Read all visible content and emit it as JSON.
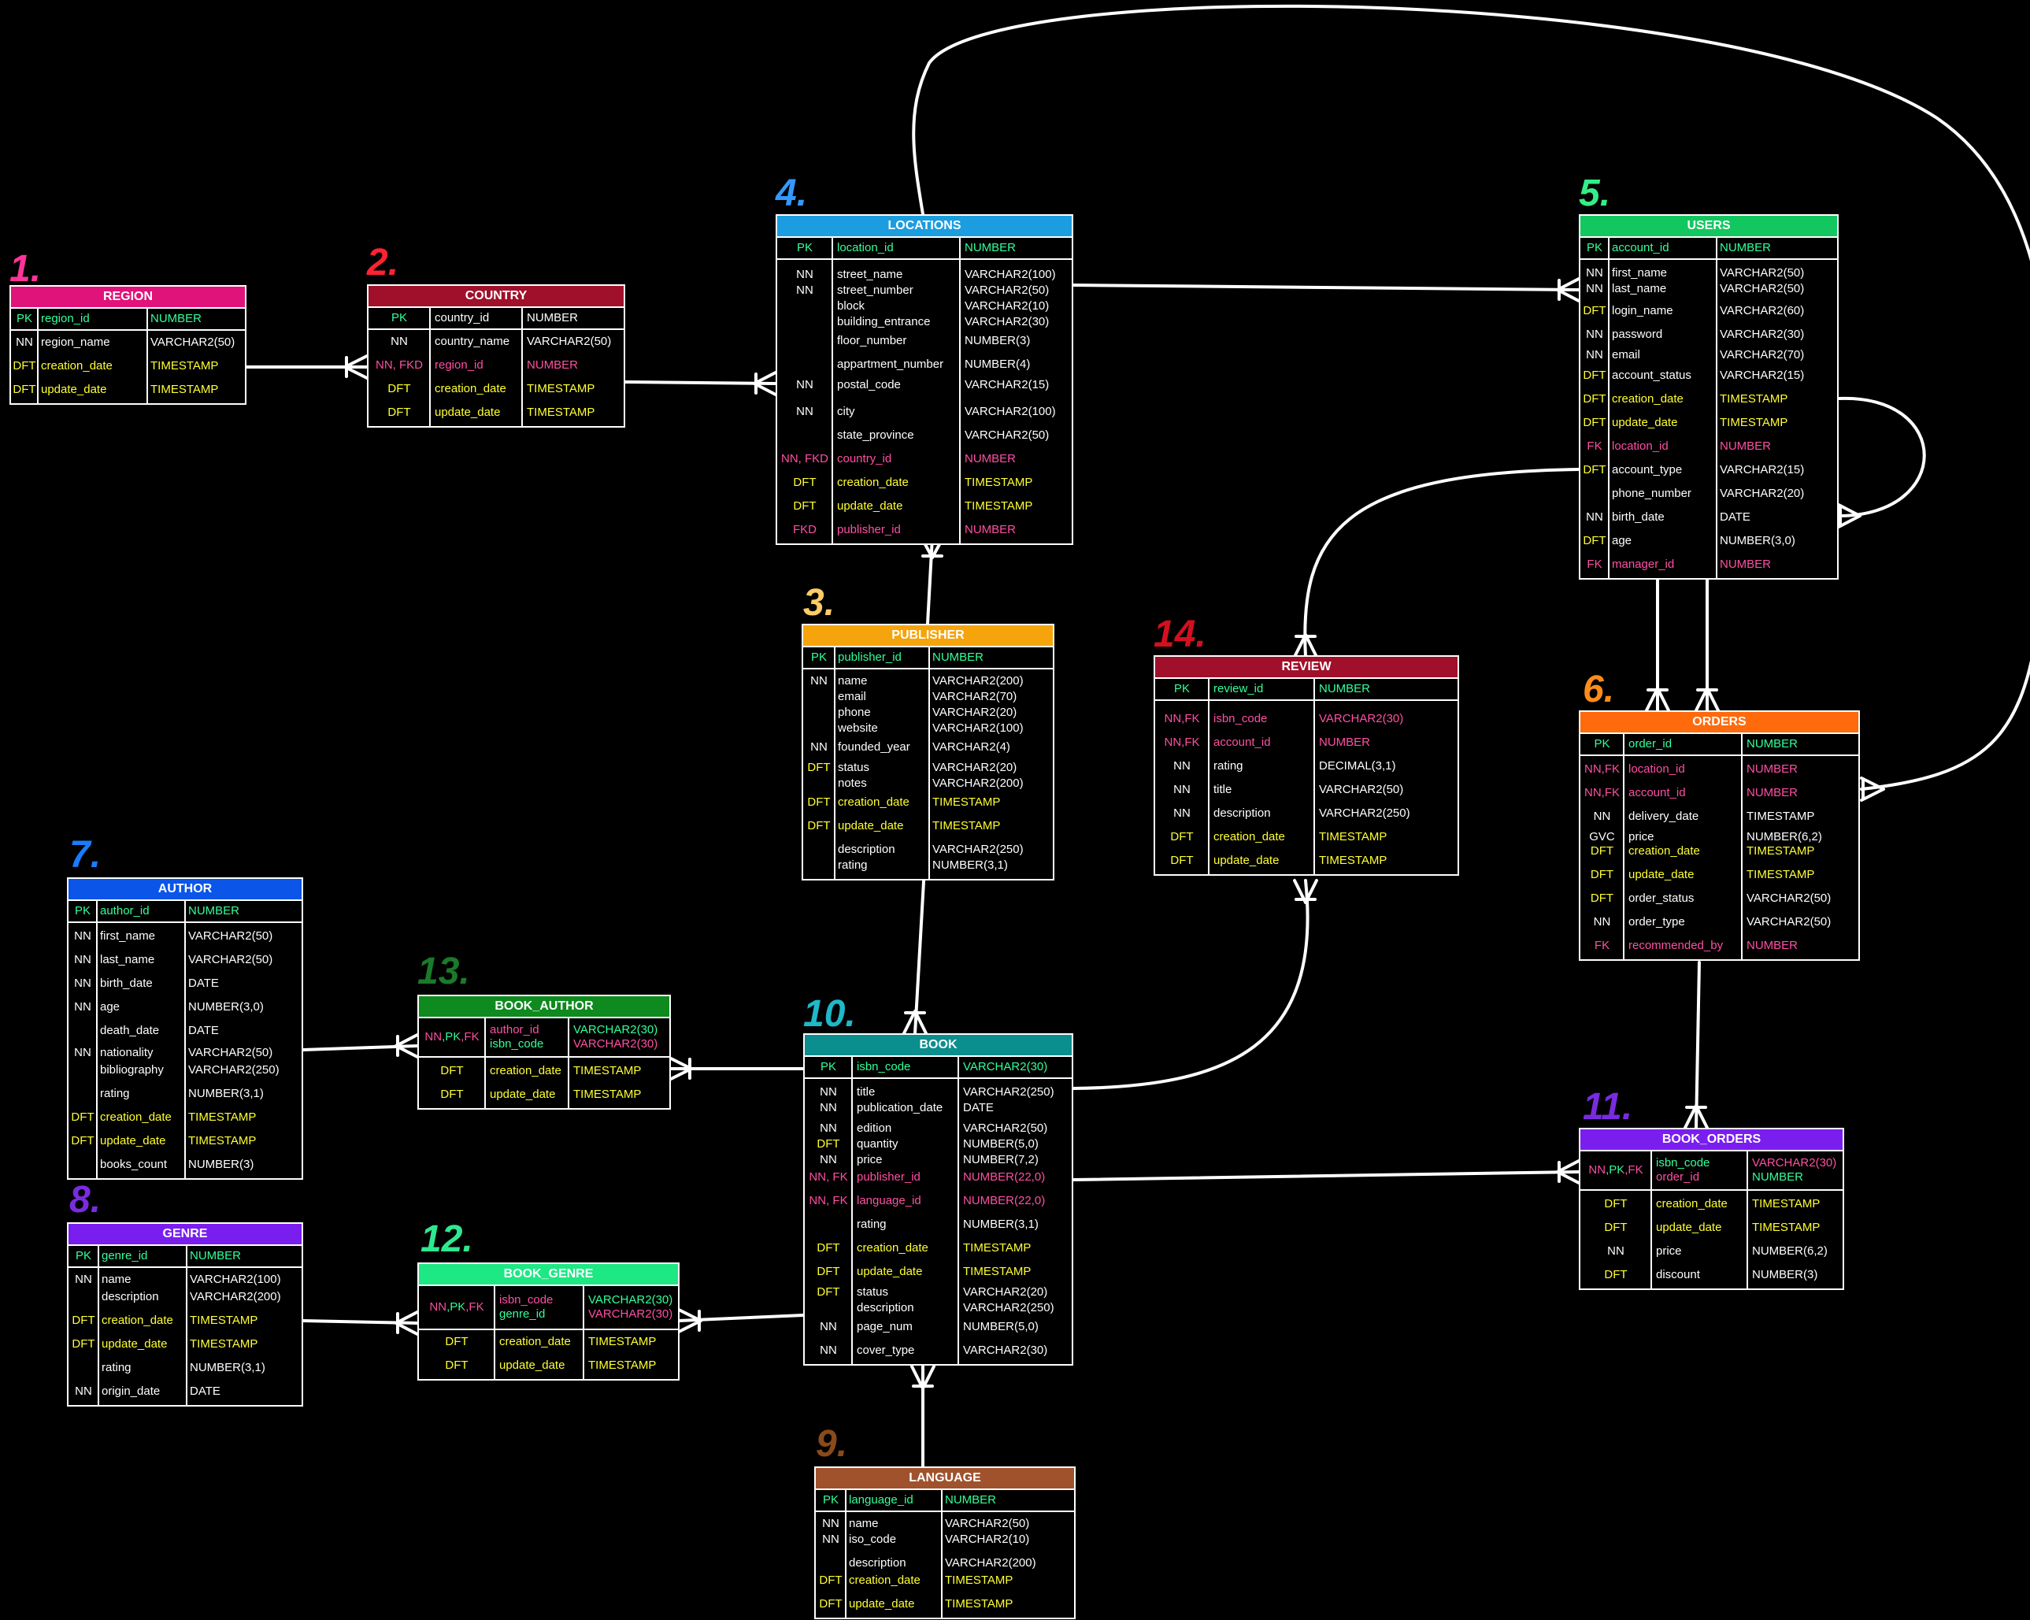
{
  "colors": {
    "line": "#ffffff",
    "pk": "#33ff99",
    "fk": "#ff4fa3",
    "dft": "#ffff33",
    "text": "#ffffff"
  },
  "entities": [
    {
      "id": "region",
      "number": "1.",
      "number_color": "#ff3399",
      "title": "REGION",
      "header_color": "#e0137a",
      "pk": {
        "k": "PK",
        "n": "region_id",
        "t": "NUMBER"
      },
      "rows": [
        {
          "k": "NN",
          "n": "region_name",
          "t": "VARCHAR2(50)",
          "c": "w"
        },
        {
          "k": "DFT",
          "n": "creation_date",
          "t": "TIMESTAMP",
          "c": "d"
        },
        {
          "k": "DFT",
          "n": "update_date",
          "t": "TIMESTAMP",
          "c": "d"
        }
      ]
    },
    {
      "id": "country",
      "number": "2.",
      "number_color": "#ff2233",
      "title": "COUNTRY",
      "header_color": "#a0102a",
      "pk": {
        "k": "PK",
        "n": "country_id",
        "t": "NUMBER",
        "nc": "w"
      },
      "rows": [
        {
          "k": "NN",
          "n": "country_name",
          "t": "VARCHAR2(50)",
          "c": "w"
        },
        {
          "k": "NN, FKD",
          "n": "region_id",
          "t": "NUMBER",
          "c": "f"
        },
        {
          "k": "DFT",
          "n": "creation_date",
          "t": "TIMESTAMP",
          "c": "d"
        },
        {
          "k": "DFT",
          "n": "update_date",
          "t": "TIMESTAMP",
          "c": "d"
        }
      ]
    },
    {
      "id": "publisher",
      "number": "3.",
      "number_color": "#ffcc66",
      "title": "PUBLISHER",
      "header_color": "#f5a40c",
      "pk": {
        "k": "PK",
        "n": "publisher_id",
        "t": "NUMBER"
      },
      "rows": [
        {
          "k": "NN",
          "n": "name",
          "t": "VARCHAR2(200)",
          "c": "w"
        },
        {
          "k": "",
          "n": "email",
          "t": "VARCHAR2(70)",
          "c": "w"
        },
        {
          "k": "",
          "n": "phone",
          "t": "VARCHAR2(20)",
          "c": "w"
        },
        {
          "k": "",
          "n": "website",
          "t": "VARCHAR2(100)",
          "c": "w"
        },
        {
          "k": "NN",
          "n": "founded_year",
          "t": "VARCHAR2(4)",
          "c": "w"
        },
        {
          "k": "DFT",
          "n": "status",
          "t": "VARCHAR2(20)",
          "c": "w"
        },
        {
          "k": "",
          "n": "notes",
          "t": "VARCHAR2(200)",
          "c": "w"
        },
        {
          "k": "DFT",
          "n": "creation_date",
          "t": "TIMESTAMP",
          "c": "d"
        },
        {
          "k": "DFT",
          "n": "update_date",
          "t": "TIMESTAMP",
          "c": "d"
        },
        {
          "k": "",
          "n": "description",
          "t": "VARCHAR2(250)",
          "c": "w"
        },
        {
          "k": "",
          "n": "rating",
          "t": "NUMBER(3,1)",
          "c": "w"
        }
      ]
    },
    {
      "id": "locations",
      "number": "4.",
      "number_color": "#3399ff",
      "title": "LOCATIONS",
      "header_color": "#1b9de0",
      "pk": {
        "k": "PK",
        "n": "location_id",
        "t": "NUMBER"
      },
      "rows": [
        {
          "k": "NN",
          "n": "street_name",
          "t": "VARCHAR2(100)",
          "c": "w"
        },
        {
          "k": "NN",
          "n": "street_number",
          "t": "VARCHAR2(50)",
          "c": "w"
        },
        {
          "k": "",
          "n": "block",
          "t": "VARCHAR2(10)",
          "c": "w"
        },
        {
          "k": "",
          "n": "building_entrance",
          "t": "VARCHAR2(30)",
          "c": "w"
        },
        {
          "k": "",
          "n": "floor_number",
          "t": "NUMBER(3)",
          "c": "w"
        },
        {
          "k": "",
          "n": "appartment_number",
          "t": "NUMBER(4)",
          "c": "w"
        },
        {
          "k": "NN",
          "n": "postal_code",
          "t": "VARCHAR2(15)",
          "c": "w"
        },
        {
          "k": "NN",
          "n": "city",
          "t": "VARCHAR2(100)",
          "c": "w"
        },
        {
          "k": "",
          "n": "state_province",
          "t": "VARCHAR2(50)",
          "c": "w"
        },
        {
          "k": "NN, FKD",
          "n": "country_id",
          "t": "NUMBER",
          "c": "f"
        },
        {
          "k": "DFT",
          "n": "creation_date",
          "t": "TIMESTAMP",
          "c": "d"
        },
        {
          "k": "DFT",
          "n": "update_date",
          "t": "TIMESTAMP",
          "c": "d"
        },
        {
          "k": "FKD",
          "n": "publisher_id",
          "t": "NUMBER",
          "c": "f"
        }
      ]
    },
    {
      "id": "users",
      "number": "5.",
      "number_color": "#33ee88",
      "title": "USERS",
      "header_color": "#13c760",
      "pk": {
        "k": "PK",
        "n": "account_id",
        "t": "NUMBER"
      },
      "rows": [
        {
          "k": "NN",
          "n": "first_name",
          "t": "VARCHAR2(50)",
          "c": "w"
        },
        {
          "k": "NN",
          "n": "last_name",
          "t": "VARCHAR2(50)",
          "c": "w"
        },
        {
          "k": "DFT",
          "n": "login_name",
          "t": "VARCHAR2(60)",
          "c": "w"
        },
        {
          "k": "NN",
          "n": "password",
          "t": "VARCHAR2(30)",
          "c": "w"
        },
        {
          "k": "NN",
          "n": "email",
          "t": "VARCHAR2(70)",
          "c": "w"
        },
        {
          "k": "DFT",
          "n": "account_status",
          "t": "VARCHAR2(15)",
          "c": "w"
        },
        {
          "k": "DFT",
          "n": "creation_date",
          "t": "TIMESTAMP",
          "c": "d"
        },
        {
          "k": "DFT",
          "n": "update_date",
          "t": "TIMESTAMP",
          "c": "d"
        },
        {
          "k": "FK",
          "n": "location_id",
          "t": "NUMBER",
          "c": "f"
        },
        {
          "k": "DFT",
          "n": "account_type",
          "t": "VARCHAR2(15)",
          "c": "w"
        },
        {
          "k": "",
          "n": "phone_number",
          "t": "VARCHAR2(20)",
          "c": "w"
        },
        {
          "k": "NN",
          "n": "birth_date",
          "t": "DATE",
          "c": "w"
        },
        {
          "k": "DFT",
          "n": "age",
          "t": "NUMBER(3,0)",
          "c": "w"
        },
        {
          "k": "FK",
          "n": "manager_id",
          "t": "NUMBER",
          "c": "f"
        }
      ]
    },
    {
      "id": "orders",
      "number": "6.",
      "number_color": "#ff8c1a",
      "title": "ORDERS",
      "header_color": "#ff6a0d",
      "pk": {
        "k": "PK",
        "n": "order_id",
        "t": "NUMBER"
      },
      "rows": [
        {
          "k": "NN,FK",
          "n": "location_id",
          "t": "NUMBER",
          "c": "f"
        },
        {
          "k": "NN,FK",
          "n": "account_id",
          "t": "NUMBER",
          "c": "f"
        },
        {
          "k": "NN",
          "n": "delivery_date",
          "t": "TIMESTAMP",
          "c": "w"
        },
        {
          "k": "GVC",
          "n": "price",
          "t": "NUMBER(6,2)",
          "c": "w"
        },
        {
          "k": "DFT",
          "n": "creation_date",
          "t": "TIMESTAMP",
          "c": "d"
        },
        {
          "k": "DFT",
          "n": "update_date",
          "t": "TIMESTAMP",
          "c": "d"
        },
        {
          "k": "DFT",
          "n": "order_status",
          "t": "VARCHAR2(50)",
          "c": "w"
        },
        {
          "k": "NN",
          "n": "order_type",
          "t": "VARCHAR2(50)",
          "c": "w"
        },
        {
          "k": "FK",
          "n": "recommended_by",
          "t": "NUMBER",
          "c": "f"
        }
      ]
    },
    {
      "id": "author",
      "number": "7.",
      "number_color": "#1a7cff",
      "title": "AUTHOR",
      "header_color": "#0b55e8",
      "pk": {
        "k": "PK",
        "n": "author_id",
        "t": "NUMBER"
      },
      "rows": [
        {
          "k": "NN",
          "n": "first_name",
          "t": "VARCHAR2(50)",
          "c": "w"
        },
        {
          "k": "NN",
          "n": "last_name",
          "t": "VARCHAR2(50)",
          "c": "w"
        },
        {
          "k": "NN",
          "n": "birth_date",
          "t": "DATE",
          "c": "w"
        },
        {
          "k": "NN",
          "n": "age",
          "t": "NUMBER(3,0)",
          "c": "w"
        },
        {
          "k": "",
          "n": "death_date",
          "t": "DATE",
          "c": "w"
        },
        {
          "k": "NN",
          "n": "nationality",
          "t": "VARCHAR2(50)",
          "c": "w"
        },
        {
          "k": "",
          "n": "bibliography",
          "t": "VARCHAR2(250)",
          "c": "w"
        },
        {
          "k": "",
          "n": "rating",
          "t": "NUMBER(3,1)",
          "c": "w"
        },
        {
          "k": "DFT",
          "n": "creation_date",
          "t": "TIMESTAMP",
          "c": "d"
        },
        {
          "k": "DFT",
          "n": "update_date",
          "t": "TIMESTAMP",
          "c": "d"
        },
        {
          "k": "",
          "n": "books_count",
          "t": "NUMBER(3)",
          "c": "w"
        }
      ]
    },
    {
      "id": "genre",
      "number": "8.",
      "number_color": "#7a2be0",
      "title": "GENRE",
      "header_color": "#7a1ef0",
      "pk": {
        "k": "PK",
        "n": "genre_id",
        "t": "NUMBER"
      },
      "rows": [
        {
          "k": "NN",
          "n": "name",
          "t": "VARCHAR2(100)",
          "c": "w"
        },
        {
          "k": "",
          "n": "description",
          "t": "VARCHAR2(200)",
          "c": "w"
        },
        {
          "k": "DFT",
          "n": "creation_date",
          "t": "TIMESTAMP",
          "c": "d"
        },
        {
          "k": "DFT",
          "n": "update_date",
          "t": "TIMESTAMP",
          "c": "d"
        },
        {
          "k": "",
          "n": "rating",
          "t": "NUMBER(3,1)",
          "c": "w"
        },
        {
          "k": "NN",
          "n": "origin_date",
          "t": "DATE",
          "c": "w"
        }
      ]
    },
    {
      "id": "language",
      "number": "9.",
      "number_color": "#8a4a1a",
      "title": "LANGUAGE",
      "header_color": "#a0522d",
      "pk": {
        "k": "PK",
        "n": "language_id",
        "t": "NUMBER"
      },
      "rows": [
        {
          "k": "NN",
          "n": "name",
          "t": "VARCHAR2(50)",
          "c": "w"
        },
        {
          "k": "NN",
          "n": "iso_code",
          "t": "VARCHAR2(10)",
          "c": "w"
        },
        {
          "k": "",
          "n": "description",
          "t": "VARCHAR2(200)",
          "c": "w"
        },
        {
          "k": "DFT",
          "n": "creation_date",
          "t": "TIMESTAMP",
          "c": "d"
        },
        {
          "k": "DFT",
          "n": "update_date",
          "t": "TIMESTAMP",
          "c": "d"
        }
      ]
    },
    {
      "id": "book",
      "number": "10.",
      "number_color": "#1fb8c9",
      "title": "BOOK",
      "header_color": "#0b8e8e",
      "pk": {
        "k": "PK",
        "n": "isbn_code",
        "t": "VARCHAR2(30)"
      },
      "rows": [
        {
          "k": "NN",
          "n": "title",
          "t": "VARCHAR2(250)",
          "c": "w"
        },
        {
          "k": "NN",
          "n": "publication_date",
          "t": "DATE",
          "c": "w"
        },
        {
          "k": "NN",
          "n": "edition",
          "t": "VARCHAR2(50)",
          "c": "w"
        },
        {
          "k": "DFT",
          "n": "quantity",
          "t": "NUMBER(5,0)",
          "c": "w"
        },
        {
          "k": "NN",
          "n": "price",
          "t": "NUMBER(7,2)",
          "c": "w"
        },
        {
          "k": "NN, FK",
          "n": "publisher_id",
          "t": "NUMBER(22,0)",
          "c": "f"
        },
        {
          "k": "NN, FK",
          "n": "language_id",
          "t": "NUMBER(22,0)",
          "c": "f"
        },
        {
          "k": "",
          "n": "rating",
          "t": "NUMBER(3,1)",
          "c": "w"
        },
        {
          "k": "DFT",
          "n": "creation_date",
          "t": "TIMESTAMP",
          "c": "d"
        },
        {
          "k": "DFT",
          "n": "update_date",
          "t": "TIMESTAMP",
          "c": "d"
        },
        {
          "k": "DFT",
          "n": "status",
          "t": "VARCHAR2(20)",
          "c": "w"
        },
        {
          "k": "",
          "n": "description",
          "t": "VARCHAR2(250)",
          "c": "w"
        },
        {
          "k": "NN",
          "n": "page_num",
          "t": "NUMBER(5,0)",
          "c": "w"
        },
        {
          "k": "NN",
          "n": "cover_type",
          "t": "VARCHAR2(30)",
          "c": "w"
        }
      ]
    },
    {
      "id": "book_orders",
      "number": "11.",
      "number_color": "#7a2be0",
      "title": "BOOK_ORDERS",
      "header_color": "#7a1ef0",
      "pk2": {
        "k": "NN,PK,FK",
        "n1": "isbn_code",
        "n2": "order_id",
        "t1": "VARCHAR2(30)",
        "t2": "NUMBER"
      },
      "rows": [
        {
          "k": "DFT",
          "n": "creation_date",
          "t": "TIMESTAMP",
          "c": "d"
        },
        {
          "k": "DFT",
          "n": "update_date",
          "t": "TIMESTAMP",
          "c": "d"
        },
        {
          "k": "NN",
          "n": "price",
          "t": "NUMBER(6,2)",
          "c": "w"
        },
        {
          "k": "DFT",
          "n": "discount",
          "t": "NUMBER(3)",
          "c": "w"
        }
      ]
    },
    {
      "id": "book_genre",
      "number": "12.",
      "number_color": "#2ee890",
      "title": "BOOK_GENRE",
      "header_color": "#1ee884",
      "pk2": {
        "k": "NN,PK,FK",
        "n1": "isbn_code",
        "n2": "genre_id",
        "t1": "VARCHAR2(30)",
        "t2": "VARCHAR2(30)"
      },
      "rows": [
        {
          "k": "DFT",
          "n": "creation_date",
          "t": "TIMESTAMP",
          "c": "d"
        },
        {
          "k": "DFT",
          "n": "update_date",
          "t": "TIMESTAMP",
          "c": "d"
        }
      ]
    },
    {
      "id": "book_author",
      "number": "13.",
      "number_color": "#1a7a2a",
      "title": "BOOK_AUTHOR",
      "header_color": "#0e8a1e",
      "pk2": {
        "k": "NN,PK,FK",
        "n1": "author_id",
        "n2": "isbn_code",
        "t1": "VARCHAR2(30)",
        "t2": "VARCHAR2(30)"
      },
      "rows": [
        {
          "k": "DFT",
          "n": "creation_date",
          "t": "TIMESTAMP",
          "c": "d"
        },
        {
          "k": "DFT",
          "n": "update_date",
          "t": "TIMESTAMP",
          "c": "d"
        }
      ]
    },
    {
      "id": "review",
      "number": "14.",
      "number_color": "#d4101e",
      "title": "REVIEW",
      "header_color": "#a0102a",
      "pk": {
        "k": "PK",
        "n": "review_id",
        "t": "NUMBER"
      },
      "rows": [
        {
          "k": "NN,FK",
          "n": "isbn_code",
          "t": "VARCHAR2(30)",
          "c": "f"
        },
        {
          "k": "NN,FK",
          "n": "account_id",
          "t": "NUMBER",
          "c": "f"
        },
        {
          "k": "NN",
          "n": "rating",
          "t": "DECIMAL(3,1)",
          "c": "w"
        },
        {
          "k": "NN",
          "n": "title",
          "t": "VARCHAR2(50)",
          "c": "w"
        },
        {
          "k": "NN",
          "n": "description",
          "t": "VARCHAR2(250)",
          "c": "w"
        },
        {
          "k": "DFT",
          "n": "creation_date",
          "t": "TIMESTAMP",
          "c": "d"
        },
        {
          "k": "DFT",
          "n": "update_date",
          "t": "TIMESTAMP",
          "c": "d"
        }
      ]
    }
  ]
}
